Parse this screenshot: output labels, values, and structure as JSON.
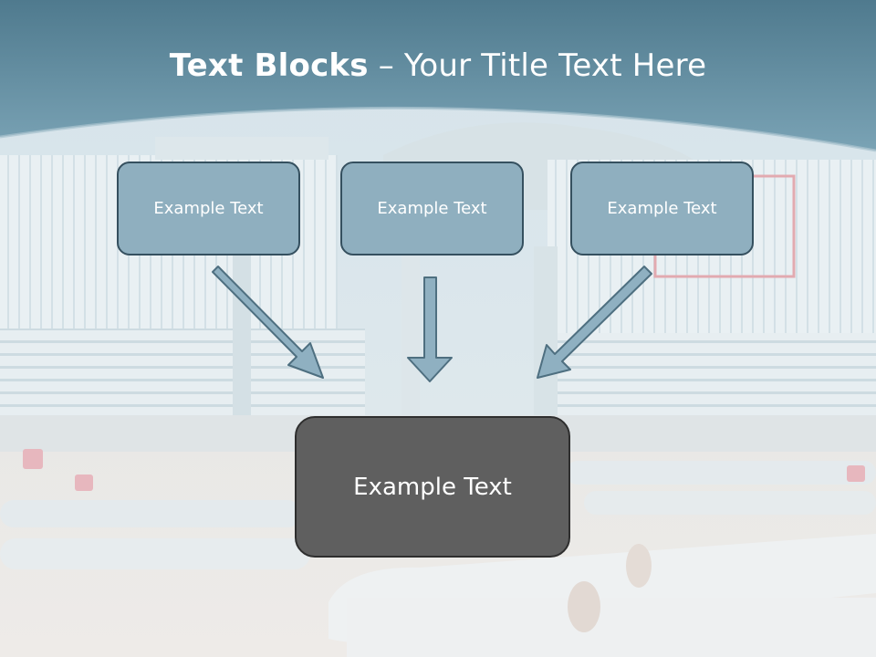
{
  "title": {
    "bold": "Text Blocks",
    "separator": "–",
    "rest": "Your Title Text Here"
  },
  "blocks": [
    {
      "label": "Example Text"
    },
    {
      "label": "Example Text"
    },
    {
      "label": "Example Text"
    }
  ],
  "main_block": {
    "label": "Example Text"
  },
  "colors": {
    "header": "#5a8aa0",
    "box_fill": "#8fafbf",
    "box_border": "#35505f",
    "main_fill": "#5f5f5f",
    "arrow": "#8fb0c1"
  }
}
